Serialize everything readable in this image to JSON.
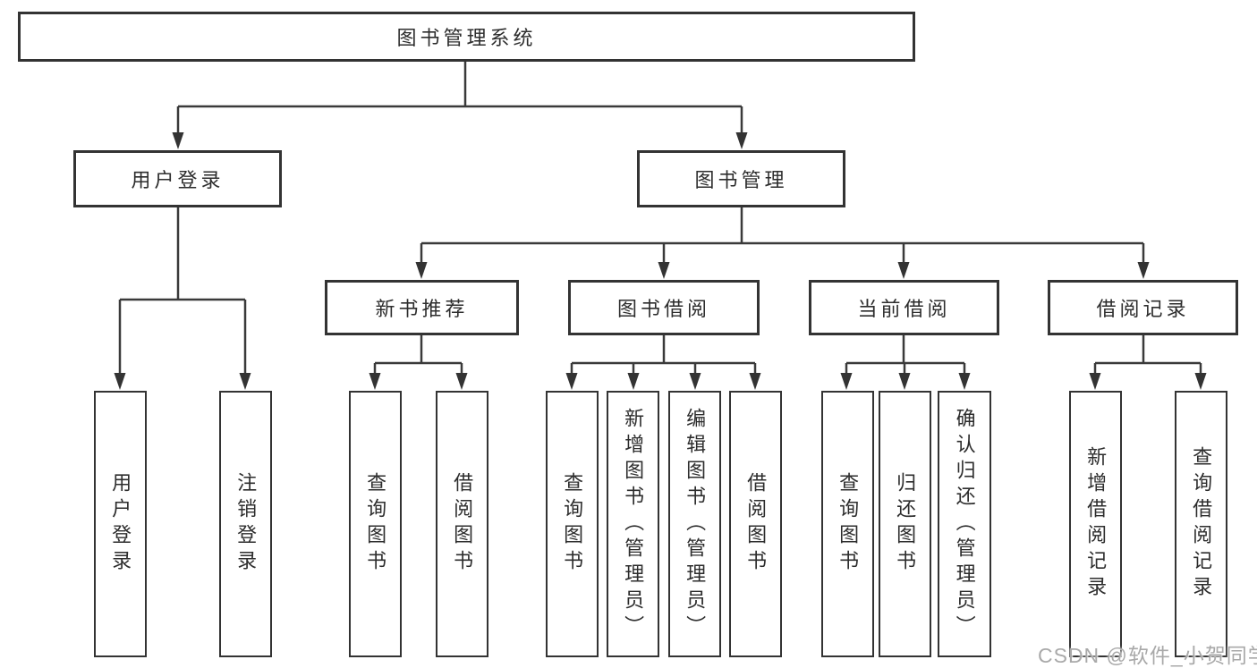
{
  "diagram": {
    "root": "图书管理系统",
    "branches": [
      {
        "label": "用户登录",
        "children": [
          "用户登录",
          "注销登录"
        ]
      },
      {
        "label": "图书管理",
        "groups": [
          {
            "label": "新书推荐",
            "children": [
              "查询图书",
              "借阅图书"
            ]
          },
          {
            "label": "图书借阅",
            "children": [
              "查询图书",
              "新增图书（管理员）",
              "编辑图书（管理员）",
              "借阅图书"
            ]
          },
          {
            "label": "当前借阅",
            "children": [
              "查询图书",
              "归还图书",
              "确认归还（管理员）"
            ]
          },
          {
            "label": "借阅记录",
            "children": [
              "新增借阅记录",
              "查询借阅记录"
            ]
          }
        ]
      }
    ]
  },
  "watermark": {
    "text": "CSDN @软件_小贺同学",
    "color": "#a9a9a9"
  },
  "colors": {
    "box_border": "#333333",
    "connector": "#3a3a3a",
    "text": "#2d2d2d",
    "background": "#ffffff"
  }
}
